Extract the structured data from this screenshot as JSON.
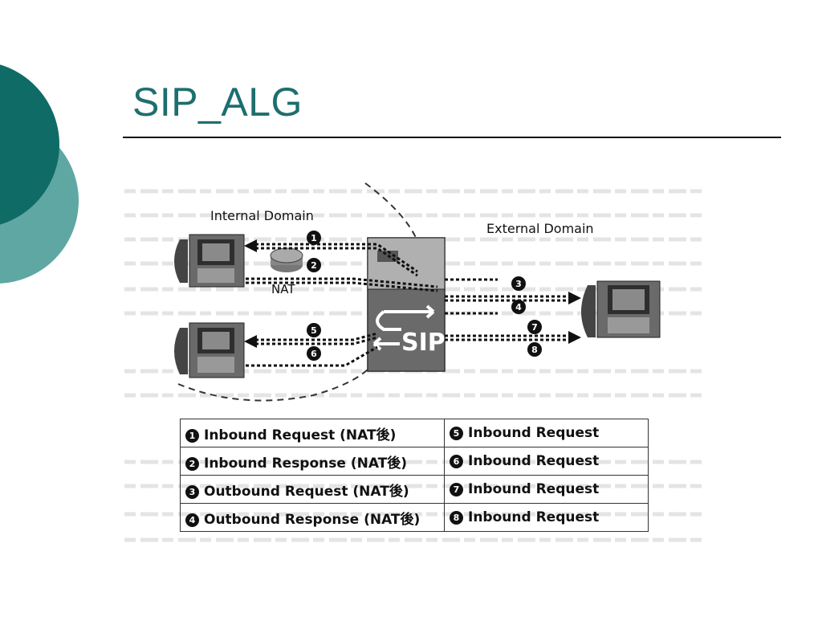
{
  "title": "SIP_ALG",
  "diagram": {
    "internal_domain_label": "Internal Domain",
    "external_domain_label": "External Domain",
    "nat_label": "NAT",
    "sip_label": "SIP",
    "step_numbers": [
      "1",
      "2",
      "3",
      "4",
      "5",
      "6",
      "7",
      "8"
    ]
  },
  "legend": {
    "rows": [
      {
        "left_num": "1",
        "left": "Inbound Request (NAT後)",
        "right_num": "5",
        "right": "Inbound Request"
      },
      {
        "left_num": "2",
        "left": "Inbound Response (NAT後)",
        "right_num": "6",
        "right": "Inbound Request"
      },
      {
        "left_num": "3",
        "left": "Outbound Request (NAT後)",
        "right_num": "7",
        "right": "Inbound Request"
      },
      {
        "left_num": "4",
        "left": "Outbound Response (NAT後)",
        "right_num": "8",
        "right": "Inbound Request"
      }
    ]
  },
  "colors": {
    "accent_dark": "#0f6b66",
    "accent_light": "#5fa7a3",
    "title": "#1e6e6e"
  }
}
